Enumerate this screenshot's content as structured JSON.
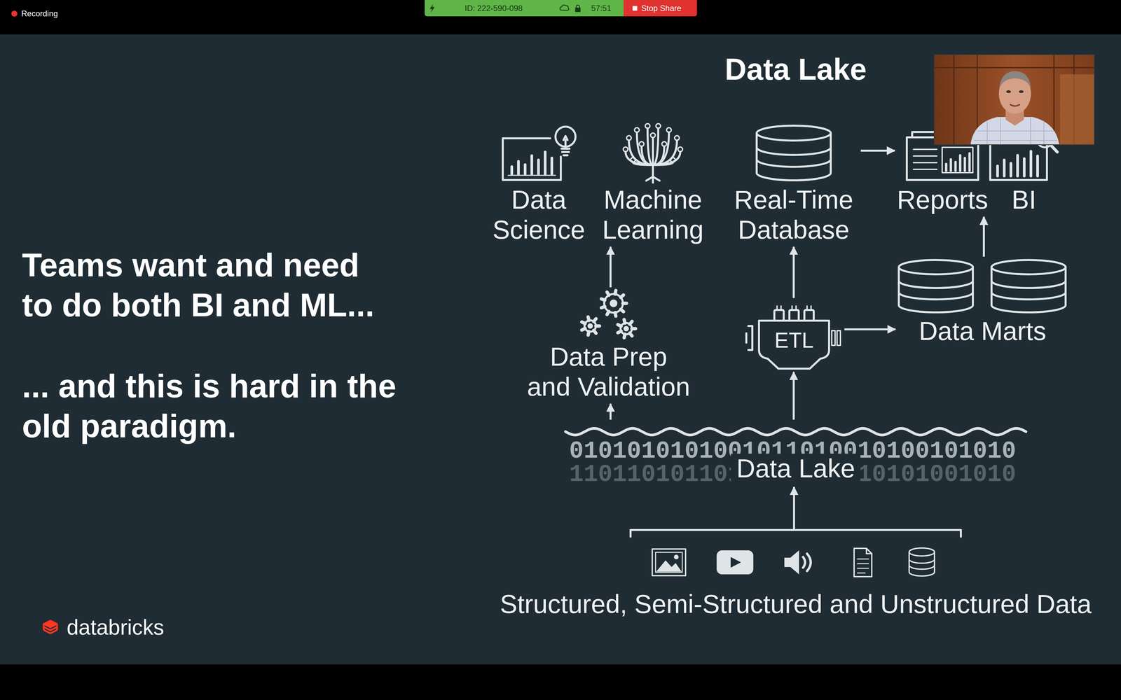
{
  "diagram": {
    "title": "Data Lake",
    "nodes": [
      {
        "text": [
          "Data Science"
        ]
      },
      {
        "text": [
          "Machine Learning"
        ]
      },
      {
        "text": [
          "Real-Time Database"
        ]
      },
      {
        "text": [
          "Reports"
        ]
      },
      {
        "text": [
          "BI"
        ]
      },
      {
        "text": [
          "Data Marts"
        ]
      },
      {
        "text": [
          "Data Prep and Validation"
        ]
      },
      {
        "text": [
          "ETL"
        ]
      },
      {
        "text": [
          "Data Lake"
        ]
      },
      {
        "text": [
          "Structured, Semi-Structured and Unstructured Data"
        ]
      }
    ],
    "edges": [
      {
        "from": 6,
        "to": 1,
        "arrow": "to"
      },
      {
        "from": 7,
        "to": 2,
        "arrow": "to"
      },
      {
        "from": 2,
        "to": 3,
        "arrow": "to"
      },
      {
        "from": 7,
        "to": 5,
        "arrow": "to"
      },
      {
        "from": 5,
        "to": 3,
        "arrow": "to"
      },
      {
        "from": 5,
        "to": 4,
        "arrow": "to"
      },
      {
        "from": 8,
        "to": 6,
        "arrow": "to"
      },
      {
        "from": 8,
        "to": 7,
        "arrow": "to"
      },
      {
        "from": 9,
        "to": 8,
        "arrow": "to"
      }
    ],
    "labels": [
      "Recording",
      "ID: 222-590-098",
      "57:51",
      "Stop Share",
      "Teams want and need to do both BI and ML...",
      "... and this is hard in the old paradigm.",
      "databricks",
      "0101010101001011010010100101010",
      "1101101011010101101010101001010"
    ]
  }
}
